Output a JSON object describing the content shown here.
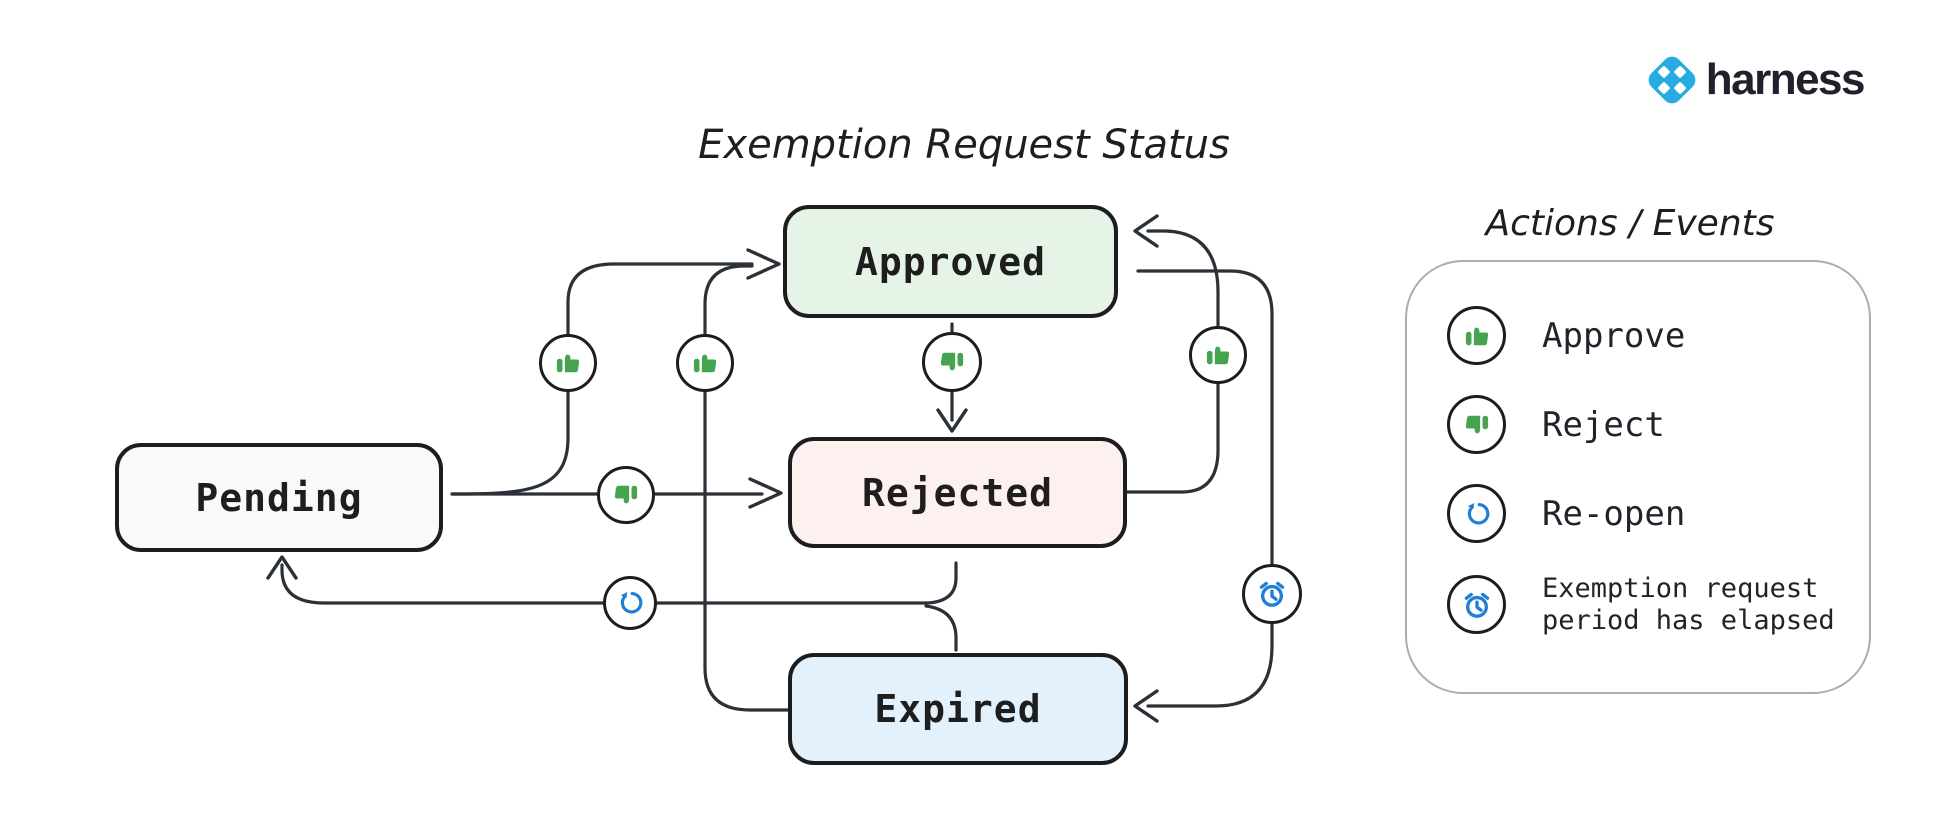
{
  "header": {
    "brand": "harness"
  },
  "diagram": {
    "title": "Exemption Request Status",
    "states": [
      {
        "id": "pending",
        "label": "Pending",
        "fill": "#f8f9fa"
      },
      {
        "id": "approved",
        "label": "Approved",
        "fill": "#e6f4e8"
      },
      {
        "id": "rejected",
        "label": "Rejected",
        "fill": "#fdf1f0"
      },
      {
        "id": "expired",
        "label": "Expired",
        "fill": "#e3f1fc"
      }
    ],
    "transitions": [
      {
        "from": "Pending",
        "to": "Approved",
        "action": "Approve"
      },
      {
        "from": "Pending",
        "to": "Rejected",
        "action": "Reject"
      },
      {
        "from": "Approved",
        "to": "Rejected",
        "action": "Reject"
      },
      {
        "from": "Rejected",
        "to": "Approved",
        "action": "Approve"
      },
      {
        "from": "Expired",
        "to": "Approved",
        "action": "Approve"
      },
      {
        "from": "Approved",
        "to": "Expired",
        "action": "Exemption request period has elapsed"
      },
      {
        "from": "Rejected",
        "to": "Pending",
        "action": "Re-open"
      },
      {
        "from": "Expired",
        "to": "Pending",
        "action": "Re-open"
      }
    ]
  },
  "legend": {
    "title": "Actions / Events",
    "items": [
      {
        "icon": "thumbs-up-icon",
        "label": "Approve"
      },
      {
        "icon": "thumbs-down-icon",
        "label": "Reject"
      },
      {
        "icon": "reopen-icon",
        "label": "Re-open"
      },
      {
        "icon": "alarm-clock-icon",
        "label": "Exemption request period has elapsed"
      }
    ]
  },
  "colors": {
    "approve_green": "#46a450",
    "reject_red": "#d9402f",
    "event_blue": "#1f7ed6",
    "line": "#2b3137",
    "box_border": "#1d1d1d",
    "brand_blue": "#29abe2"
  }
}
